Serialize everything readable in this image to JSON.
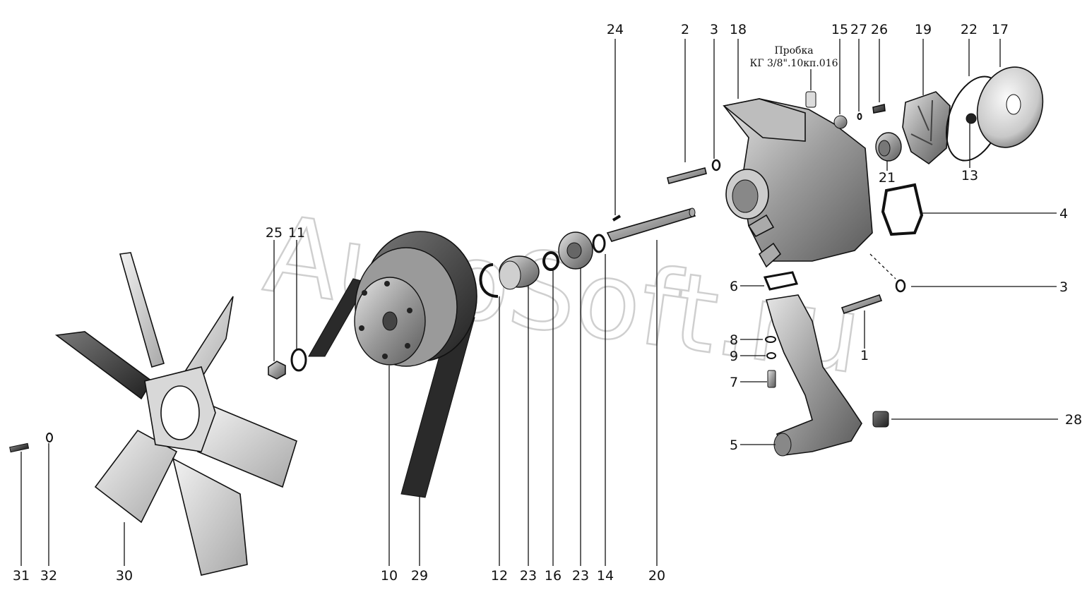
{
  "watermark": "AutoSoft.ru",
  "note": {
    "line1": "Пробка",
    "line2": "КГ 3/8\".10кп.016"
  },
  "labels": {
    "l24": "24",
    "l2": "2",
    "l3a": "3",
    "l18": "18",
    "l15": "15",
    "l27": "27",
    "l26": "26",
    "l19": "19",
    "l22": "22",
    "l17": "17",
    "l21": "21",
    "l13": "13",
    "l4": "4",
    "l3b": "3",
    "l6": "6",
    "l1": "1",
    "l8": "8",
    "l9": "9",
    "l7": "7",
    "l28": "28",
    "l5": "5",
    "l25": "25",
    "l11": "11",
    "l20": "20",
    "l10": "10",
    "l29": "29",
    "l12": "12",
    "l23a": "23",
    "l16": "16",
    "l23b": "23",
    "l14": "14",
    "l31": "31",
    "l32": "32",
    "l30": "30"
  }
}
